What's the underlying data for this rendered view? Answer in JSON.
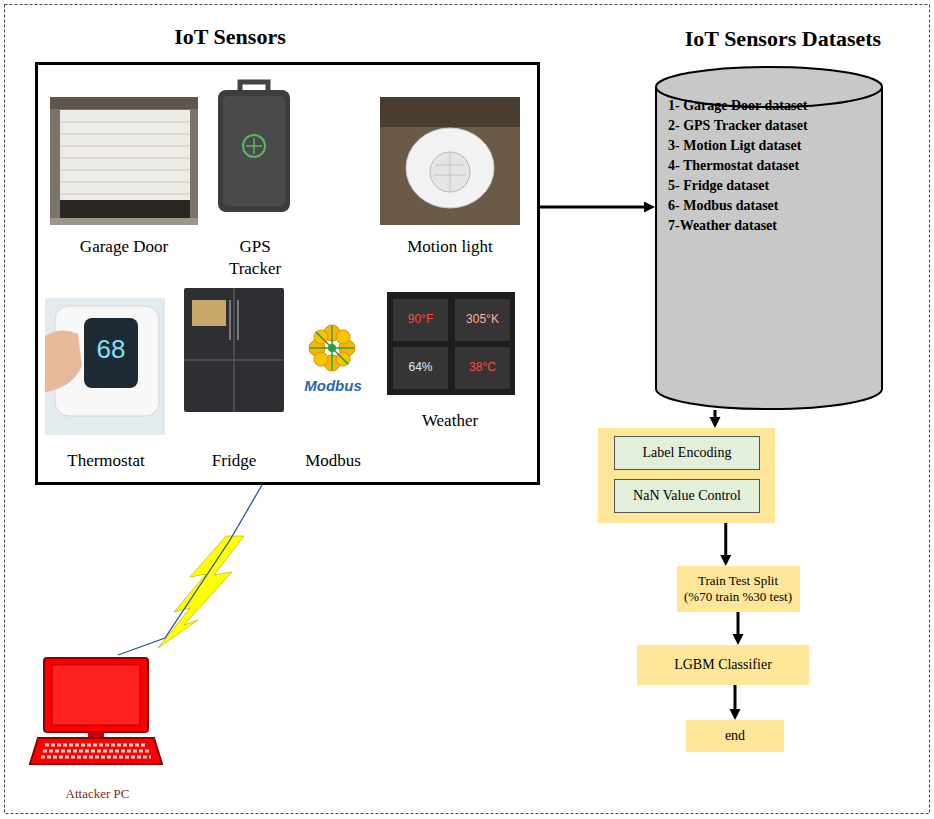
{
  "diagram": {
    "nodes": [
      {
        "text": [
          "IoT Sensors"
        ]
      },
      {
        "text": [
          "Garage Door"
        ],
        "in": 0
      },
      {
        "text": [
          "GPS Tracker"
        ],
        "in": 0
      },
      {
        "text": [
          "Motion light"
        ],
        "in": 0
      },
      {
        "text": [
          "Thermostat"
        ],
        "in": 0
      },
      {
        "text": [
          "Fridge"
        ],
        "in": 0
      },
      {
        "text": [
          "Modbus"
        ],
        "in": 0
      },
      {
        "text": [
          "Weather"
        ],
        "in": 0
      },
      {
        "text": [
          "Attacker PC"
        ]
      },
      {
        "text": [
          "IoT Sensors Datasets",
          "1- Garage Door dataset",
          "2- GPS Tracker dataset",
          "3- Motion Ligt dataset",
          "4- Thermostat dataset",
          "5- Fridge dataset",
          "6- Modbus dataset",
          "7-Weather dataset"
        ]
      },
      {
        "text": []
      },
      {
        "text": [
          "Label Encoding"
        ],
        "in": 10
      },
      {
        "text": [
          "NaN Value Control"
        ],
        "in": 10
      },
      {
        "text": [
          "Train Test Split (%70 train %30 test)"
        ]
      },
      {
        "text": [
          "LGBM Classifier"
        ]
      },
      {
        "text": [
          "end"
        ]
      }
    ],
    "edges": [
      {
        "from": 0,
        "to": 9,
        "arrow": "to"
      },
      {
        "from": 0,
        "to": 8,
        "arrow": "none"
      },
      {
        "from": 9,
        "to": 10,
        "arrow": "to"
      },
      {
        "from": 10,
        "to": 13,
        "arrow": "to"
      },
      {
        "from": 13,
        "to": 14,
        "arrow": "to"
      },
      {
        "from": 14,
        "to": 15,
        "arrow": "to"
      }
    ],
    "labels": [
      "68",
      "Modbus",
      "90°F",
      "305°K",
      "64%",
      "38°C"
    ]
  }
}
